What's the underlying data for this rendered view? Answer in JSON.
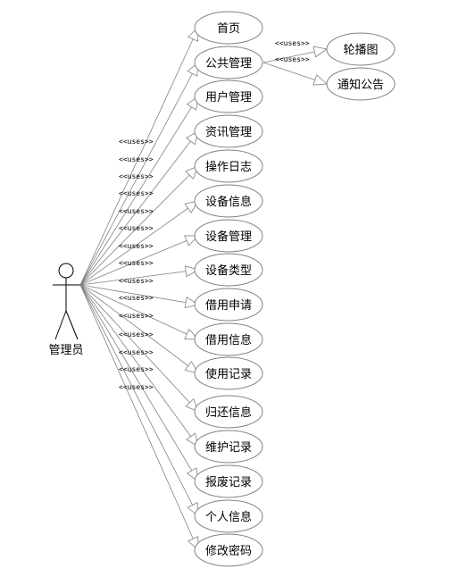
{
  "actor": {
    "label": "管理员"
  },
  "use_cases": [
    {
      "id": "home",
      "label": "首页"
    },
    {
      "id": "public",
      "label": "公共管理"
    },
    {
      "id": "user-mgmt",
      "label": "用户管理"
    },
    {
      "id": "news-mgmt",
      "label": "资讯管理"
    },
    {
      "id": "op-log",
      "label": "操作日志"
    },
    {
      "id": "device-info",
      "label": "设备信息"
    },
    {
      "id": "device-mgmt",
      "label": "设备管理"
    },
    {
      "id": "device-type",
      "label": "设备类型"
    },
    {
      "id": "borrow-apply",
      "label": "借用申请"
    },
    {
      "id": "borrow-info",
      "label": "借用信息"
    },
    {
      "id": "usage-record",
      "label": "使用记录"
    },
    {
      "id": "return-info",
      "label": "归还信息"
    },
    {
      "id": "repair-record",
      "label": "维护记录"
    },
    {
      "id": "scrap-record",
      "label": "报废记录"
    },
    {
      "id": "personal-info",
      "label": "个人信息"
    },
    {
      "id": "change-password",
      "label": "修改密码"
    }
  ],
  "sub_use_cases": [
    {
      "id": "carousel",
      "label": "轮播图",
      "parent": "public"
    },
    {
      "id": "notice",
      "label": "通知公告",
      "parent": "public"
    }
  ],
  "uses_label": "<<uses>>",
  "actor_uses_label_count": 15
}
